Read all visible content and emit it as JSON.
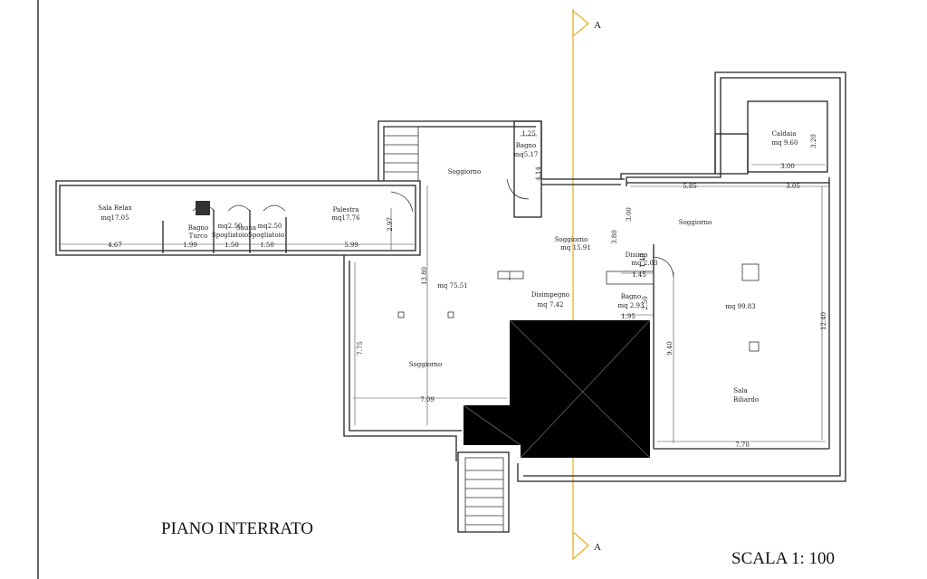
{
  "title": "PIANO INTERRATO",
  "scale": "SCALA 1: 100",
  "section_marker": "A",
  "rooms": {
    "sala_relax": [
      "Sala Relax",
      "mq17.05"
    ],
    "bagno_turco": [
      "Bagno",
      "Turco"
    ],
    "sauna": [
      "Sauna"
    ],
    "spogliatoio_1": [
      "mq2.50",
      "Spogliatoio"
    ],
    "spogliatoio_2": [
      "mq2.50",
      "Spogliatoio"
    ],
    "palestra": [
      "Palestra",
      "mq17.76"
    ],
    "soggiorno_top": [
      "Soggiorno"
    ],
    "bagno_1": [
      "Bagno",
      "mq5.17"
    ],
    "soggiorno_mid": [
      "Soggiorno",
      "mq 15.91"
    ],
    "soggiorno_big": [
      "mq 75.51"
    ],
    "soggiorno_low": [
      "Soggiorno"
    ],
    "disimpegno": [
      "Disimpegno",
      "mq 7.42"
    ],
    "disimp": [
      "Disimp",
      "mq 2.03"
    ],
    "bagno_2": [
      "Bagno",
      "mq 2.93"
    ],
    "caldaia": [
      "Caldaia",
      "mq 9.60"
    ],
    "soggiorno_right": [
      "Soggiorno"
    ],
    "mq_99": [
      "mq 99.83"
    ],
    "sala_biliardo": [
      "Sala",
      "Biliardo"
    ]
  },
  "dimensions": {
    "d_467": "4.67",
    "d_199": "1.99",
    "d_150a": "1.50",
    "d_150b": "1.50",
    "d_599": "5.99",
    "d_297": "2.97",
    "d_125": "1.25",
    "d_414": "4.14",
    "d_1380": "13.80",
    "d_775": "7.75",
    "d_709": "7.09",
    "d_380": "3.80",
    "d_300v": "3.00",
    "d_145": "1.45",
    "d_140": "1.40",
    "d_250": "2.50",
    "d_195": "1.95",
    "d_585": "5.85",
    "d_305": "3.05",
    "d_320": "3.20",
    "d_300h": "3.00",
    "d_940": "9.40",
    "d_1240": "12.40",
    "d_770": "7.70"
  }
}
